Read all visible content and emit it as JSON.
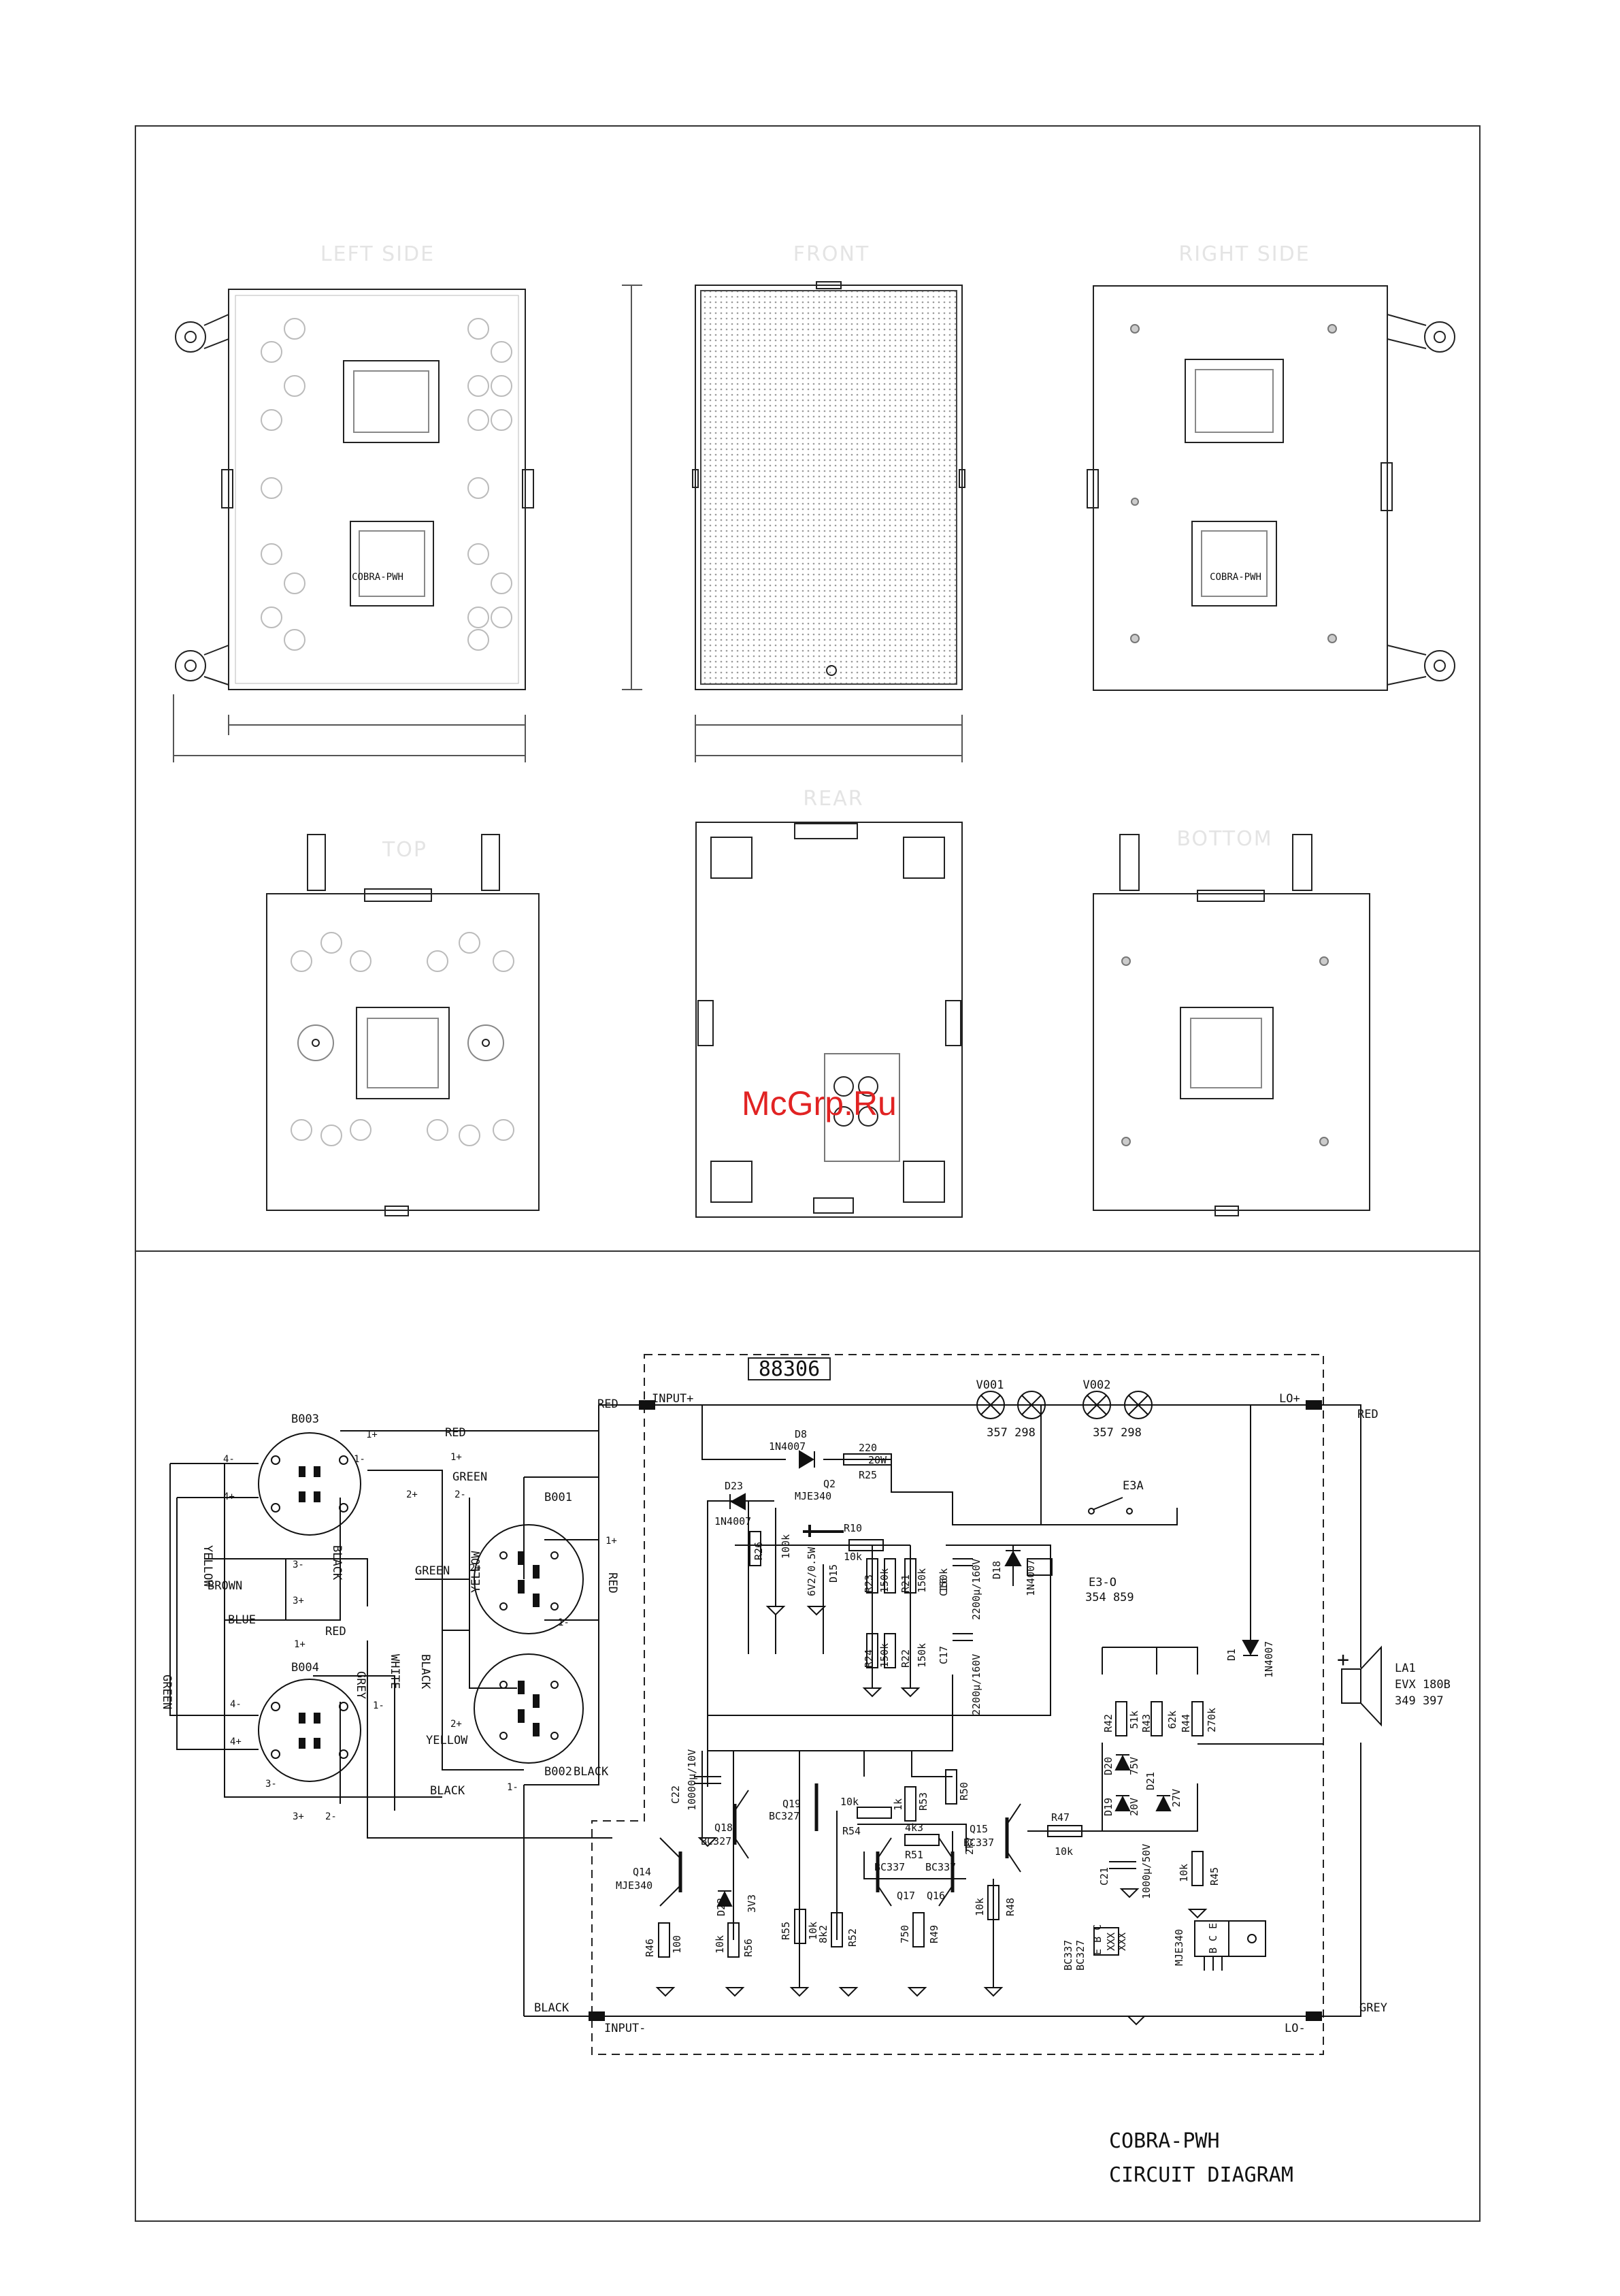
{
  "views": {
    "left_side": "LEFT SIDE",
    "front": "FRONT",
    "right_side": "RIGHT SIDE",
    "rear": "REAR",
    "top": "TOP",
    "bottom": "BOTTOM",
    "handle_text": "COBRA-PWH"
  },
  "watermark": "McGrp.Ru",
  "circuit": {
    "board_number": "88306",
    "title_line1": "COBRA-PWH",
    "title_line2": "CIRCUIT DIAGRAM",
    "ports": {
      "input_plus": "INPUT+",
      "input_minus": "INPUT-",
      "lo_plus": "LO+",
      "lo_minus": "LO-"
    },
    "wire_colors": {
      "red": "RED",
      "black": "BLACK",
      "green": "GREEN",
      "yellow": "YELLOW",
      "blue": "BLUE",
      "brown": "BROWN",
      "white": "WHITE",
      "grey": "GREY"
    },
    "connectors": {
      "b003": "B003",
      "b004": "B004",
      "b001": "B001",
      "b002": "B002"
    },
    "pins": {
      "p1p": "1+",
      "p1m": "1-",
      "p2p": "2+",
      "p2m": "2-",
      "p3p": "3+",
      "p3m": "3-",
      "p4p": "4+",
      "p4m": "4-"
    },
    "lamps": {
      "v001": "V001",
      "v002": "V002",
      "code": "357 298"
    },
    "relay": {
      "name": "E3A",
      "coil": "E3-O",
      "code": "354 859"
    },
    "speaker": {
      "name": "LA1",
      "model": "EVX 180B",
      "code": "349 397",
      "plus": "+"
    },
    "components": {
      "d8": "D8",
      "d8v": "1N4007",
      "r25v": "220",
      "r25w": "20W",
      "r25": "R25",
      "d23": "D23",
      "d23v": "1N4007",
      "q2": "Q2",
      "q2v": "MJE340",
      "r10": "R10",
      "r10v": "10k",
      "r26": "R26",
      "r26v": "100k",
      "d15": "D15",
      "d15v": "6V2/0.5W",
      "r23": "R23",
      "r21": "R21",
      "r20": "R20",
      "r24": "R24",
      "r22": "R22",
      "r150k": "150k",
      "c16": "C16",
      "c17": "C17",
      "c16v": "2200µ/160V",
      "d18": "D18",
      "d18v": "1N4007",
      "d1": "D1",
      "d1v": "1N4007",
      "r42": "R42",
      "r42v": "51k",
      "r43": "R43",
      "r43v": "62k",
      "r44": "R44",
      "r44v": "270k",
      "d20": "D20",
      "d20v": "75V",
      "d19": "D19",
      "d19v": "20V",
      "d21": "D21",
      "d21v": "27V",
      "c21": "C21",
      "c21v": "1000µ/50V",
      "r45": "R45",
      "r45v": "10k",
      "c22": "C22",
      "c22v": "10000µ/10V",
      "q18": "Q18",
      "q19": "Q19",
      "bc327": "BC327",
      "q14": "Q14",
      "mje340": "MJE340",
      "d22": "D22",
      "d22v": "3V3",
      "r46": "R46",
      "r46v": "100",
      "r56": "R56",
      "r56v": "10k",
      "r55": "R55",
      "r55v": "10k",
      "r54": "R54",
      "r54v": "10k",
      "r53": "R53",
      "r53v": "1k",
      "r51": "R51",
      "r51v": "4k3",
      "r52": "R52",
      "r52v": "8k2",
      "r50": "R50",
      "r50v": "2k7",
      "r49": "R49",
      "r49v": "750",
      "q17": "Q17",
      "q16": "Q16",
      "q15": "Q15",
      "bc337": "BC337",
      "r48": "R48",
      "r48v": "10k",
      "r47": "R47",
      "r47v": "10k",
      "pin_ebc": "E B C",
      "pin_bce": "B C E",
      "pkg_xxx": "XXX"
    }
  }
}
